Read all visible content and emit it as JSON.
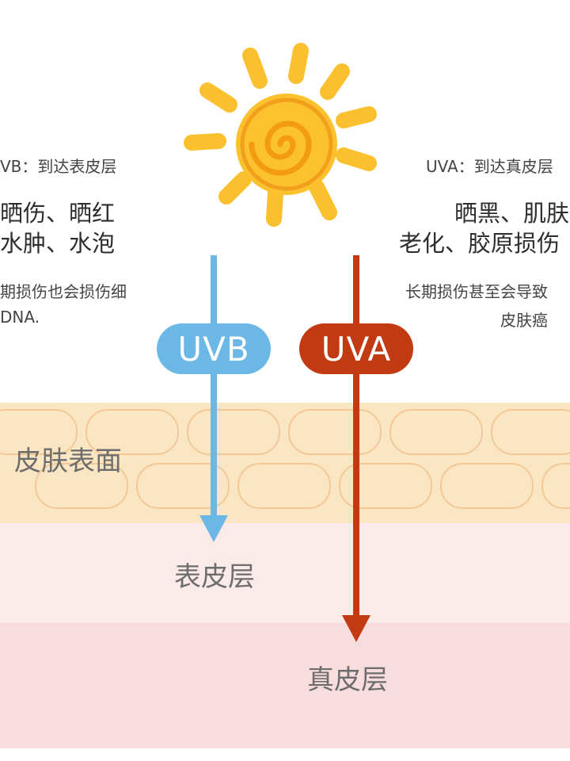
{
  "left_info": {
    "heading": "VB：到达表皮层",
    "effects_line1": "晒伤、晒红",
    "effects_line2": "水肿、水泡",
    "note_line1": "期损伤也会损伤细",
    "note_line2": "DNA."
  },
  "right_info": {
    "heading": "UVA：到达真皮层",
    "effects_line1": "晒黑、肌肤",
    "effects_line2": "老化、胶原损伤",
    "note_line1": "长期损伤甚至会导致",
    "note_line2": "皮肤癌"
  },
  "uvb_label": "UVB",
  "uva_label": "UVA",
  "layers": {
    "surface": "皮肤表面",
    "epidermis": "表皮层",
    "dermis": "真皮层"
  },
  "colors": {
    "uvb": "#6bb7e6",
    "uva": "#c23a12",
    "sun_rays": "#fbc02d",
    "sun_core": "#f5a623",
    "skin_surface": "#fbe6c4",
    "epidermis": "#fbeaea",
    "dermis": "#f9dcde"
  },
  "icons": [
    "sun-icon"
  ]
}
